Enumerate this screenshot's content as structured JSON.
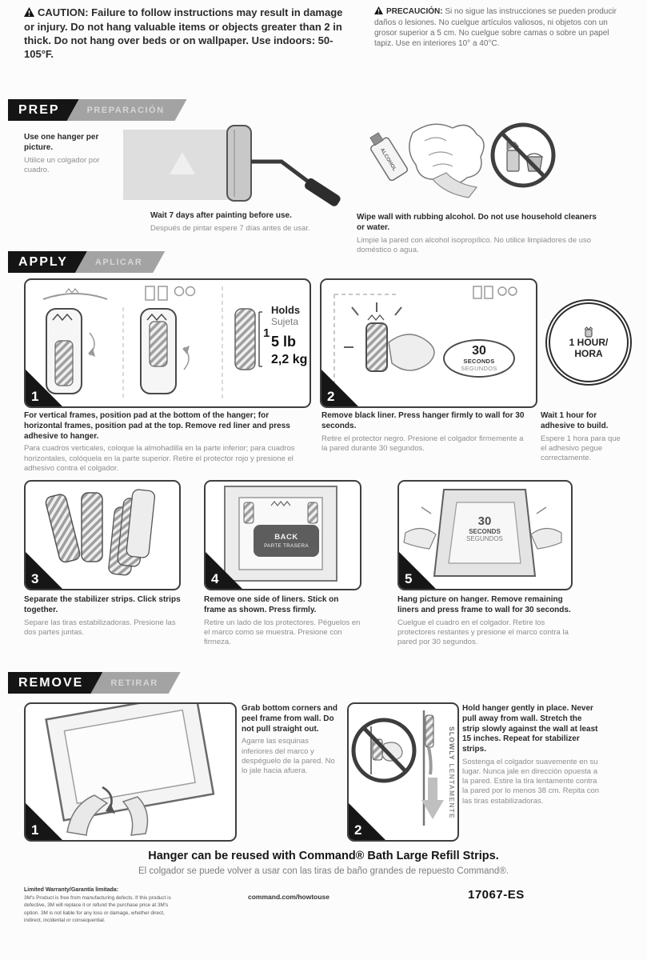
{
  "cautions": {
    "en": {
      "label": "CAUTION:",
      "text": "Failure to follow instructions may result in damage or injury. Do not hang valuable items or objects greater than 2 in thick. Do not hang over beds or on wallpaper. Use indoors: 50-105°F."
    },
    "es": {
      "label": "PRECAUCIÓN:",
      "text": "Si no sigue las instrucciones se pueden producir daños o lesiones. No cuelgue artículos valiosos, ni objetos con un grosor superior a 5 cm. No cuelgue sobre camas o sobre un papel tapiz. Use en interiores 10° a 40°C."
    }
  },
  "sections": {
    "prep": {
      "title": "PREP",
      "subtitle": "PREPARACIÓN"
    },
    "apply": {
      "title": "APPLY",
      "subtitle": "APLICAR"
    },
    "remove": {
      "title": "REMOVE",
      "subtitle": "RETIRAR"
    }
  },
  "prep": {
    "note_en": "Use one hanger per picture.",
    "note_es": "Utilice un colgador por cuadro.",
    "paint_en": "Wait 7 days after painting before use.",
    "paint_es": "Después de pintar espere 7 días antes de usar.",
    "alcohol_label": "ALCOHOL",
    "wipe_en": "Wipe wall with rubbing alcohol. Do not use household cleaners or water.",
    "wipe_es": "Limpie la pared con alcohol isopropílico. No utilice limpiadores de uso doméstico o agua."
  },
  "apply": {
    "step1": {
      "num": "1",
      "count": "1",
      "holds": "Holds",
      "sujeta": "Sujeta",
      "weight_lb": "5 lb",
      "weight_kg": "2,2 kg",
      "caption_en": "For vertical frames, position pad at the bottom of the hanger; for horizontal frames, position pad at the top. Remove red liner and press adhesive to hanger.",
      "caption_es": "Para cuadros verticales, coloque la almohadilla en la parte inferior; para cuadros horizontales, colóquela en la parte superior. Retire el protector rojo y presione el adhesivo contra el colgador."
    },
    "step2": {
      "num": "2",
      "seconds": "30",
      "seconds_en": "SECONDS",
      "seconds_es": "SEGUNDOS",
      "caption_en": "Remove black liner. Press hanger firmly to wall for 30 seconds.",
      "caption_es": "Retire el protector negro. Presione el colgador firmemente a la pared durante 30 segundos."
    },
    "wait": {
      "line1": "1 HOUR/",
      "line2": "HORA",
      "caption_en": "Wait 1 hour for adhesive to build.",
      "caption_es": "Espere 1 hora para que el adhesivo pegue correctamente."
    },
    "step3": {
      "num": "3",
      "caption_en": "Separate the stabilizer strips. Click strips together.",
      "caption_es": "Separe las tiras estabilizadoras. Presione las dos partes juntas."
    },
    "step4": {
      "num": "4",
      "back_en": "BACK",
      "back_es": "PARTE TRASERA",
      "caption_en": "Remove one side of liners. Stick on frame as shown. Press firmly.",
      "caption_es": "Retire un lado de los protectores. Péguelos en el marco como se muestra. Presione con firmeza."
    },
    "step5": {
      "num": "5",
      "seconds": "30",
      "seconds_en": "SECONDS",
      "seconds_es": "SEGUNDOS",
      "caption_en": "Hang picture on hanger. Remove remaining liners and press frame to wall for 30 seconds.",
      "caption_es": "Cuelgue el cuadro en el colgador. Retire los protectores restantes y presione el marco contra la pared por 30 segundos."
    }
  },
  "remove": {
    "step1": {
      "num": "1",
      "caption_en": "Grab bottom corners and peel frame from wall. Do not pull straight out.",
      "caption_es": "Agarre las esquinas inferiores del marco y despéguelo de la pared. No lo jale hacia afuera."
    },
    "step2": {
      "num": "2",
      "slowly_en": "SLOWLY",
      "slowly_es": "LENTAMENTE",
      "caption_en": "Hold hanger gently in place. Never pull away from wall. Stretch the strip slowly against the wall at least 15 inches. Repeat for stabilizer strips.",
      "caption_es": "Sostenga el colgador suavemente en su lugar. Nunca jale en dirección opuesta a la pared. Estire la tira lentamente contra la pared por lo menos 38 cm. Repita con las tiras estabilizadoras."
    }
  },
  "footer": {
    "reuse_en": "Hanger can be reused with Command® Bath Large Refill Strips.",
    "reuse_es": "El colgador se puede volver a usar con las tiras de baño grandes de repuesto Command®.",
    "warranty_title": "Limited Warranty/Garantía limitada:",
    "warranty_body": "3M's Product is free from manufacturing defects. If this product is defective, 3M will replace it or refund the purchase price at 3M's option. 3M is not liable for any loss or damage, whether direct, indirect, incidental or consequential.",
    "url": "command.com/howtouse",
    "part_number": "17067-ES"
  },
  "icons": {
    "warning-icon": "▲",
    "no-icon": "⊘",
    "down-arrow-icon": "▼"
  }
}
